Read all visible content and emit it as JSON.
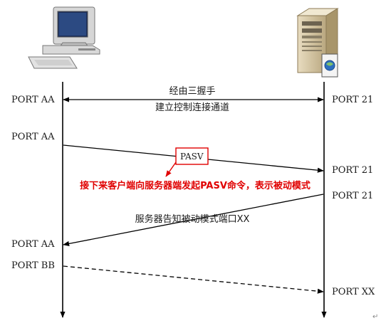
{
  "client": {
    "ports": [
      "PORT AA",
      "PORT AA",
      "PORT AA",
      "PORT BB"
    ],
    "icon": "desktop-computer-icon"
  },
  "server": {
    "ports": [
      "PORT 21",
      "PORT 21",
      "PORT 21",
      "PORT XX"
    ],
    "icon": "server-tower-icon"
  },
  "handshake": {
    "line1": "经由三握手",
    "line2": "建立控制连接通道"
  },
  "pasv_command": "PASV",
  "annotation": "接下来客户端向服务器端发起PASV命令，表示被动模式",
  "server_reply": "服务器告知被动模式端口XX",
  "paragraph_mark": "↵",
  "colors": {
    "annotation": "#e00000",
    "lines": "#000000"
  }
}
